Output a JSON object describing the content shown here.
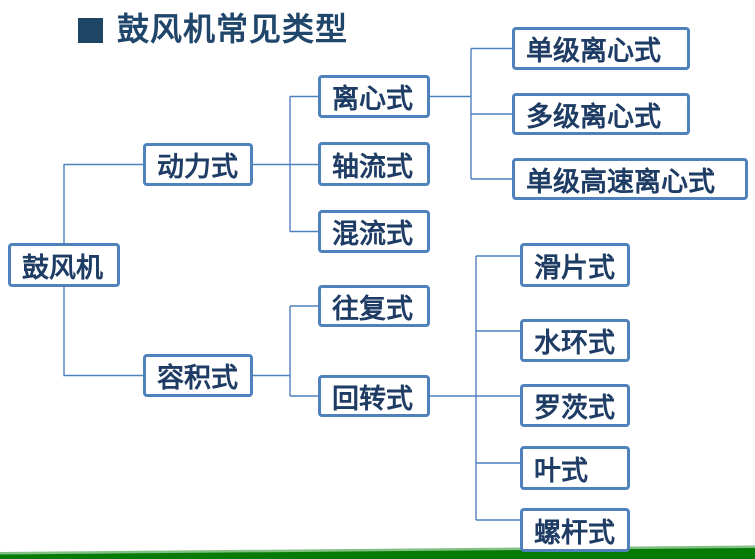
{
  "title": {
    "bullet_icon": "square-bullet",
    "text": "鼓风机常见类型"
  },
  "tree": {
    "root": "鼓风机",
    "branches": [
      {
        "label": "动力式",
        "children": [
          {
            "label": "离心式",
            "children": [
              "单级离心式",
              "多级离心式",
              "单级高速离心式"
            ]
          },
          {
            "label": "轴流式",
            "children": []
          },
          {
            "label": "混流式",
            "children": []
          }
        ]
      },
      {
        "label": "容积式",
        "children": [
          {
            "label": "往复式",
            "children": []
          },
          {
            "label": "回转式",
            "children": [
              "滑片式",
              "水环式",
              "罗茨式",
              "叶式",
              "螺杆式"
            ]
          }
        ]
      }
    ]
  },
  "colors": {
    "box_border": "#4F81BD",
    "connector_line": "#4F81BD",
    "node_text": "#1E3C64",
    "title_text": "#21466B",
    "title_bullet": "#1F4565",
    "footer_green": "#057A05",
    "footer_light_green": "#83C083",
    "background": "#FFFFFF"
  }
}
